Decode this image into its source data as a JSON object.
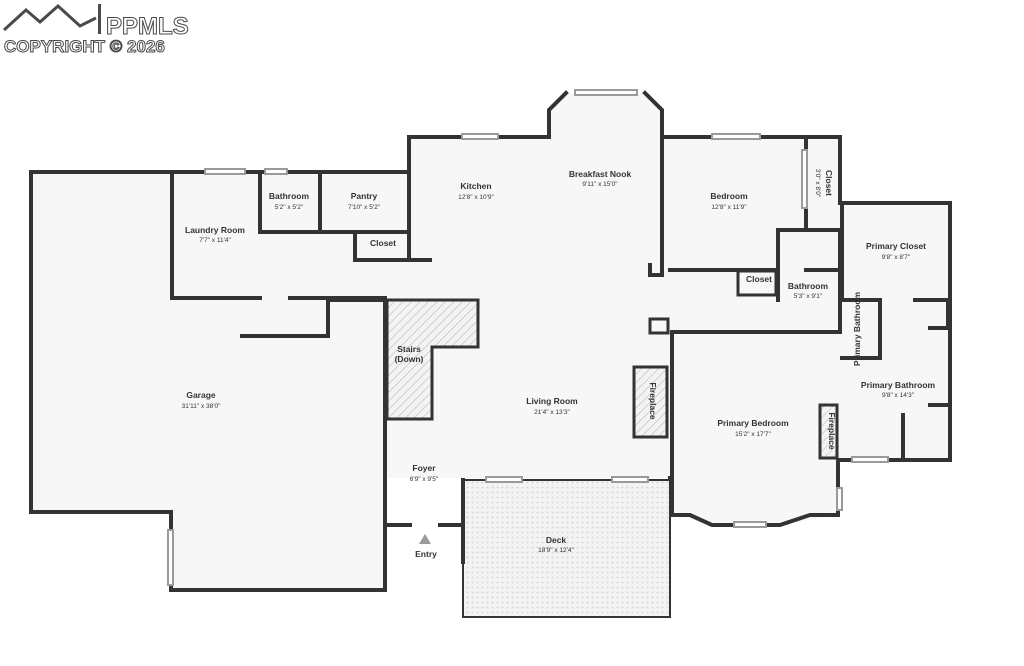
{
  "watermark": {
    "brand": "PPMLS",
    "copyright": "COPYRIGHT © 2026"
  },
  "rooms": {
    "garage": {
      "name": "Garage",
      "dims": "31'11\" x 38'0\""
    },
    "laundry": {
      "name": "Laundry Room",
      "dims": "7'7\" x 11'4\""
    },
    "bath_small": {
      "name": "Bathroom",
      "dims": "5'2\" x 5'2\""
    },
    "pantry": {
      "name": "Pantry",
      "dims": "7'10\" x 5'2\""
    },
    "closet_hall": {
      "name": "Closet"
    },
    "kitchen": {
      "name": "Kitchen",
      "dims": "12'8\" x 10'9\""
    },
    "breakfast": {
      "name": "Breakfast Nook",
      "dims": "9'11\" x 15'0\""
    },
    "bedroom": {
      "name": "Bedroom",
      "dims": "12'8\" x 11'9\""
    },
    "closet_bed": {
      "name": "Closet",
      "dims": "3'0\" x 8'0\""
    },
    "closet_small": {
      "name": "Closet"
    },
    "bath2": {
      "name": "Bathroom",
      "dims": "5'3\" x 9'1\""
    },
    "primary_closet": {
      "name": "Primary Closet",
      "dims": "9'8\" x 8'7\""
    },
    "primary_bath_label": {
      "name": "Primary Bathroom"
    },
    "primary_bath": {
      "name": "Primary Bathroom",
      "dims": "9'8\" x 14'3\""
    },
    "stairs": {
      "line1": "Stairs",
      "line2": "(Down)"
    },
    "living": {
      "name": "Living Room",
      "dims": "21'4\" x 13'3\""
    },
    "fireplace_living": {
      "name": "Fireplace"
    },
    "primary_bed": {
      "name": "Primary Bedroom",
      "dims": "15'2\" x 17'7\""
    },
    "fireplace_primary": {
      "name": "Fireplace"
    },
    "foyer": {
      "name": "Foyer",
      "dims": "6'9\" x 9'5\""
    },
    "entry": {
      "name": "Entry"
    },
    "deck": {
      "name": "Deck",
      "dims": "18'9\" x 12'4\""
    }
  }
}
